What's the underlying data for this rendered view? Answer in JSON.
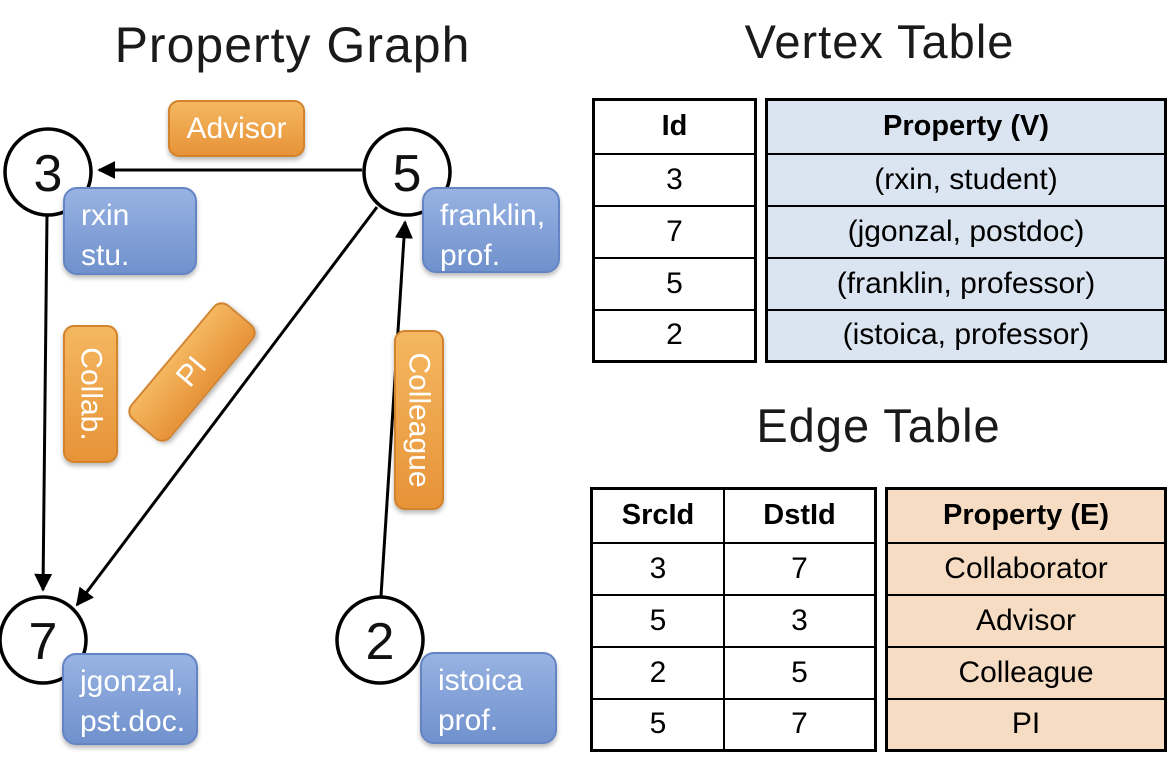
{
  "graph": {
    "title": "Property Graph",
    "nodes": [
      {
        "id": "3"
      },
      {
        "id": "5"
      },
      {
        "id": "7"
      },
      {
        "id": "2"
      }
    ],
    "vertex_labels": {
      "v3": {
        "line1": "rxin",
        "line2": "stu."
      },
      "v5": {
        "line1": "franklin,",
        "line2": "prof."
      },
      "v7": {
        "line1": "jgonzal,",
        "line2": "pst.doc."
      },
      "v2": {
        "line1": "istoica",
        "line2": "prof."
      }
    },
    "edge_labels": {
      "advisor": "Advisor",
      "collab": "Collab.",
      "pi": "PI",
      "colleague": "Colleague"
    },
    "edges": [
      {
        "from": "5",
        "to": "3",
        "label": "Advisor"
      },
      {
        "from": "3",
        "to": "7",
        "label": "Collab."
      },
      {
        "from": "5",
        "to": "7",
        "label": "PI"
      },
      {
        "from": "2",
        "to": "5",
        "label": "Colleague"
      }
    ]
  },
  "vertex_table": {
    "title": "Vertex Table",
    "headers": {
      "id": "Id",
      "property": "Property (V)"
    },
    "rows": [
      {
        "id": "3",
        "property": "(rxin, student)"
      },
      {
        "id": "7",
        "property": "(jgonzal, postdoc)"
      },
      {
        "id": "5",
        "property": "(franklin, professor)"
      },
      {
        "id": "2",
        "property": "(istoica, professor)"
      }
    ]
  },
  "edge_table": {
    "title": "Edge Table",
    "headers": {
      "src": "SrcId",
      "dst": "DstId",
      "property": "Property (E)"
    },
    "rows": [
      {
        "src": "3",
        "dst": "7",
        "property": "Collaborator"
      },
      {
        "src": "5",
        "dst": "3",
        "property": "Advisor"
      },
      {
        "src": "2",
        "dst": "5",
        "property": "Colleague"
      },
      {
        "src": "5",
        "dst": "7",
        "property": "PI"
      }
    ]
  },
  "colors": {
    "vertex_property_fill": "#dbe5f1",
    "edge_property_fill": "#f6dcc2",
    "vertex_box_blue": "#7b9cd7",
    "edge_box_orange": "#eda04a",
    "stroke": "#000000"
  }
}
